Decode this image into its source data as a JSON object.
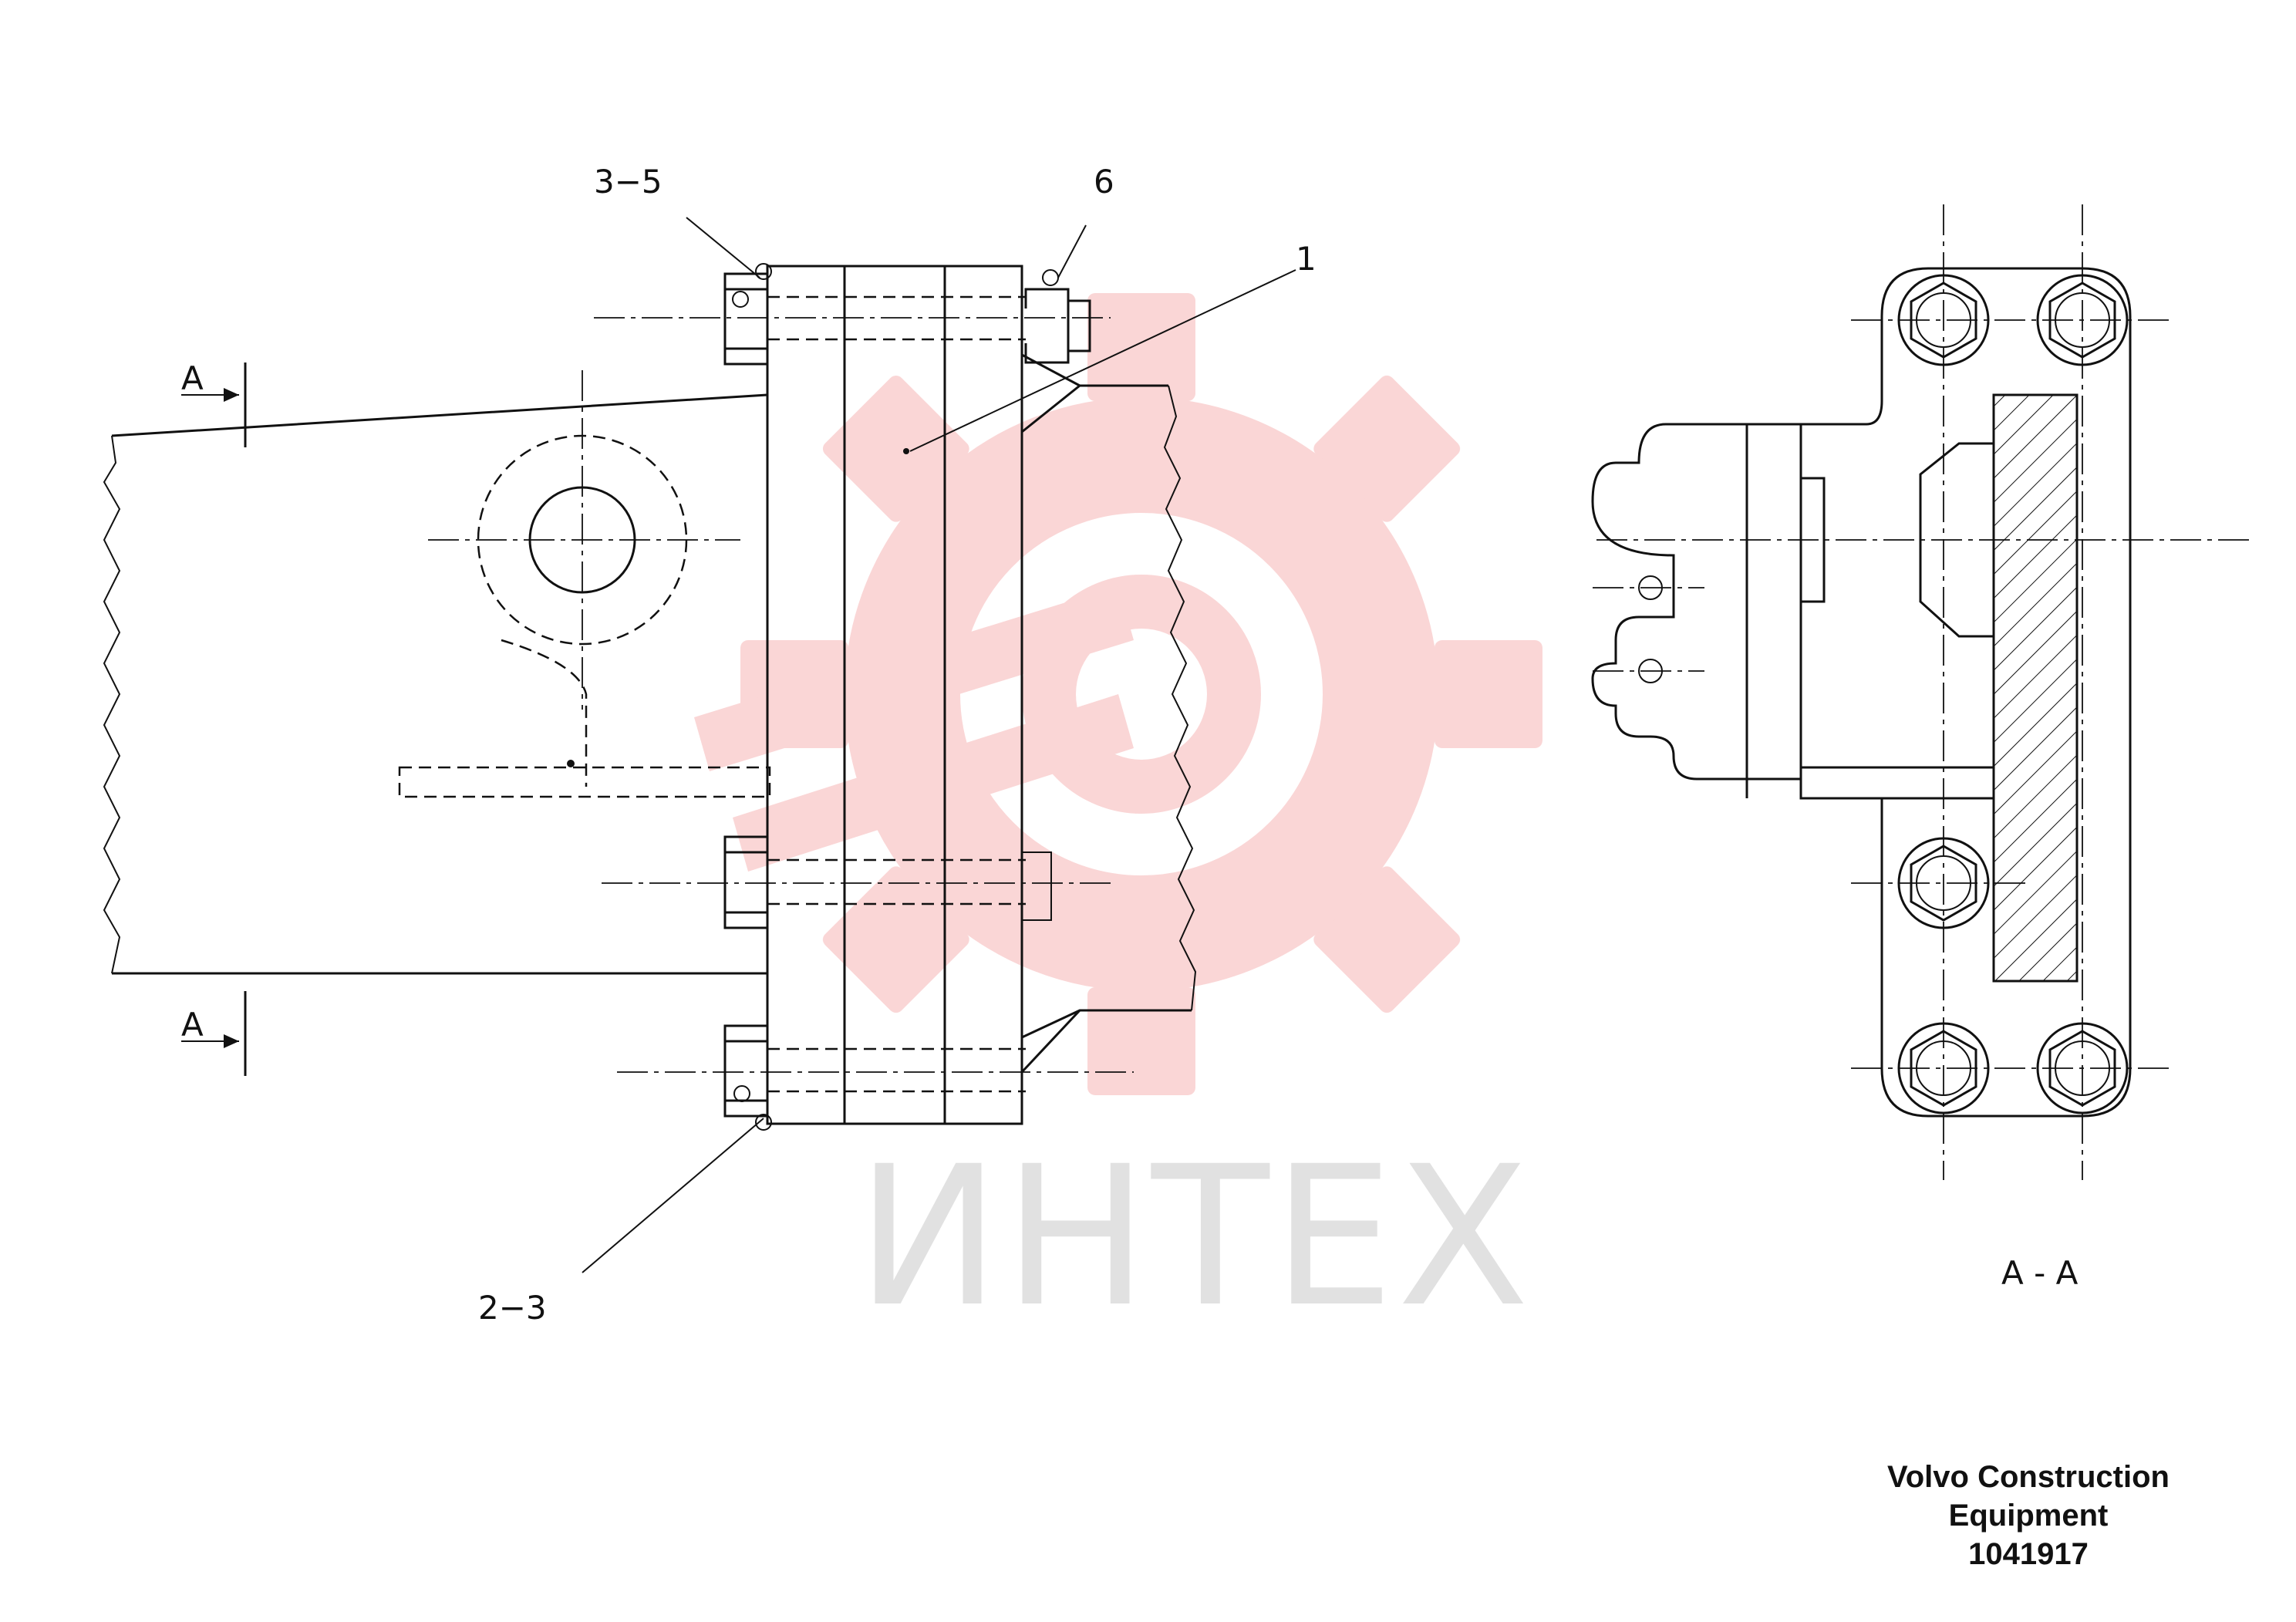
{
  "callouts": {
    "part_1": "1",
    "part_3_5": "3−5",
    "part_6": "6",
    "part_2_3": "2−3",
    "section_mark_top": "A",
    "section_mark_bottom": "A"
  },
  "section_view": {
    "label": "A - A"
  },
  "watermark": {
    "text": "ИНТЕХ",
    "color": "#f4a3a3"
  },
  "caption": {
    "line1": "Volvo Construction",
    "line2": "Equipment",
    "part_number": "1041917"
  }
}
